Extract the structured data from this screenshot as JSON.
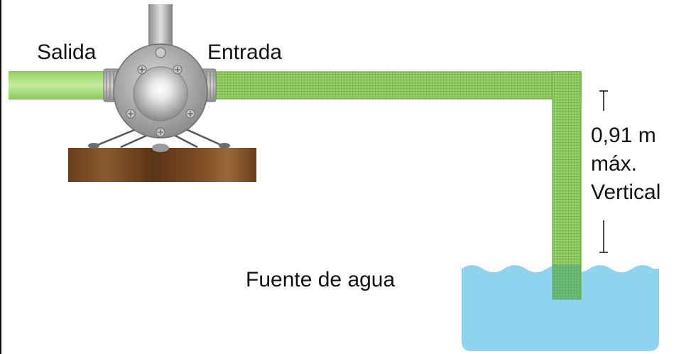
{
  "labels": {
    "outlet": "Salida",
    "inlet": "Entrada",
    "max_vertical_line1": "0,91 m",
    "max_vertical_line2": "máx.",
    "max_vertical_line3": "Vertical",
    "water_source": "Fuente de agua"
  },
  "icons": {
    "pump": "diaphragm-pump-icon",
    "suction_hose": "mesh-hose",
    "discharge_hose": "smooth-hose",
    "base": "wooden-base",
    "water": "water-tank"
  },
  "colors": {
    "hose_outlet": "#b3e08a",
    "hose_inlet": "#8fcf63",
    "hose_mesh": "#6bb33e",
    "water": "#8fd3ec",
    "wood_dark": "#5e3518",
    "wood_light": "#8a5a2d",
    "metal": "#a9a9a9",
    "text": "#111111"
  }
}
